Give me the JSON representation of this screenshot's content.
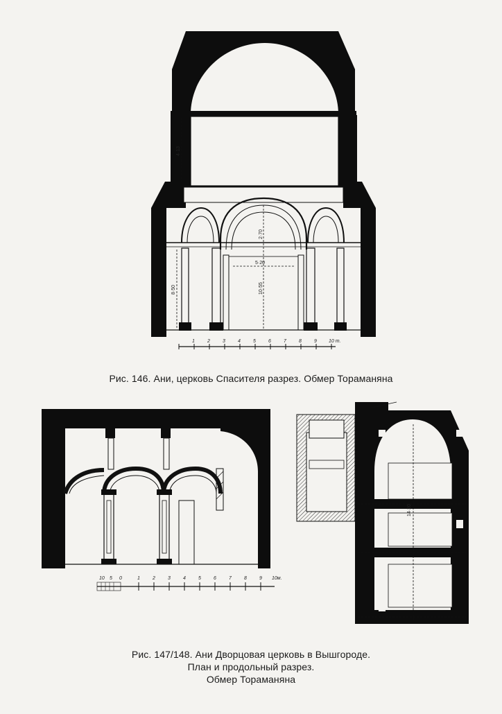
{
  "figure146": {
    "caption": "Рис. 146.  Ани, церковь Спасителя  разрез. Обмер Тораманяна",
    "dimensions": {
      "d1": "4·13",
      "d2": "2·70",
      "d3": "5·20",
      "d4": "10·55",
      "d5": "8·50"
    },
    "scale": {
      "labels": [
        "1",
        "2",
        "3",
        "4",
        "5",
        "6",
        "7",
        "8",
        "9",
        "10 m."
      ]
    }
  },
  "figure147_148": {
    "caption_line1": "Рис. 147/148.  Ани  Дворцовая церковь в Вышгороде.",
    "caption_line2": "План и продольный разрез.",
    "caption_line3": "Обмер Тораманяна",
    "plan_dimension": "14·20",
    "scale": {
      "labels": [
        "10",
        "5",
        "0",
        "1",
        "2",
        "3",
        "4",
        "5",
        "6",
        "7",
        "8",
        "9",
        "10м."
      ]
    }
  },
  "colors": {
    "ink": "#0d0d0d",
    "paper": "#f4f3f0"
  }
}
